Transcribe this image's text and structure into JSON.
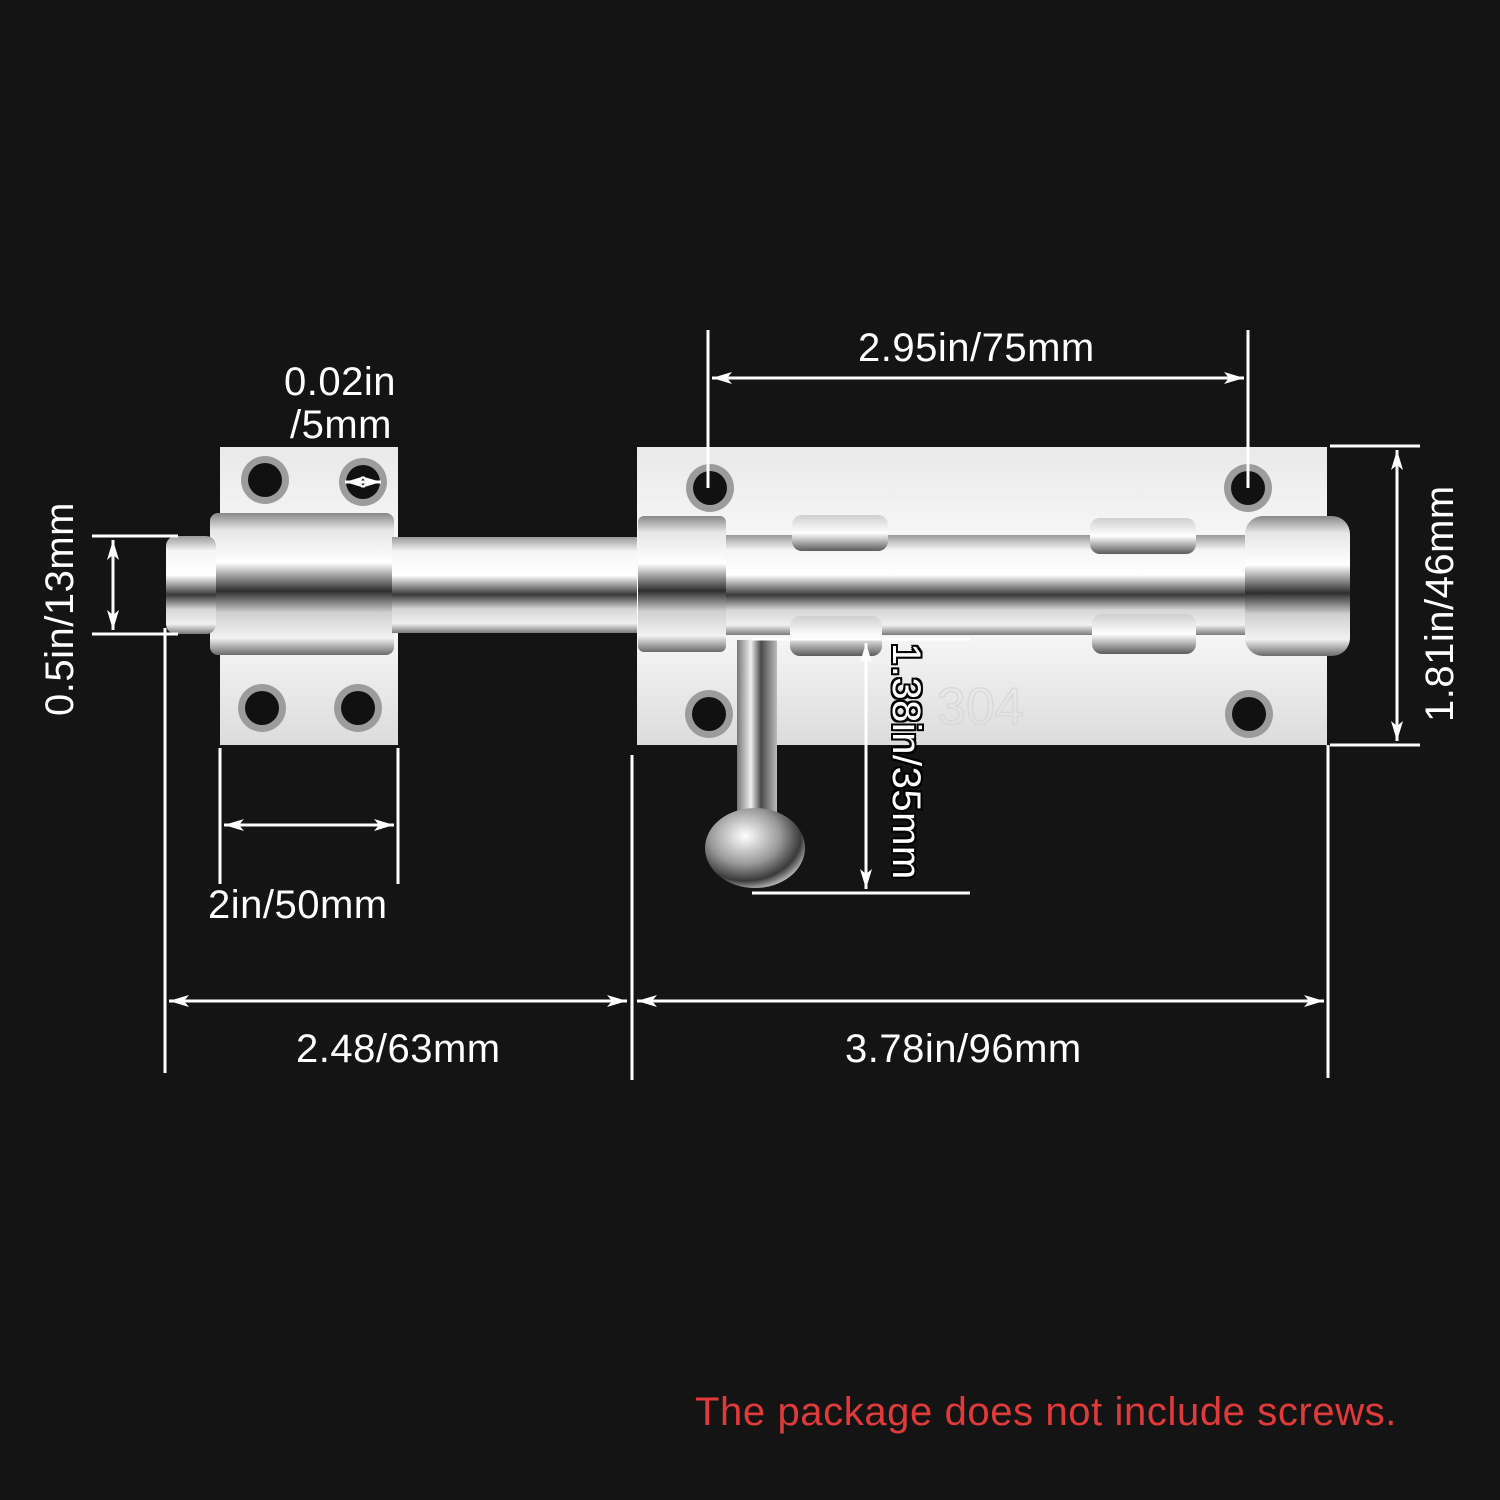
{
  "diagram": {
    "subject": "stainless steel barrel bolt latch",
    "material_stamp": "304",
    "dimensions": {
      "hole_diameter": "0.02in\n/5mm",
      "hole_diameter_line1": "0.02in",
      "hole_diameter_line2": "/5mm",
      "bolt_diameter": "0.5in/13mm",
      "plate_hole_spacing": "2.95in/75mm",
      "plate_height": "1.81in/46mm",
      "handle_length": "1.38in/35mm",
      "keeper_width": "2in/50mm",
      "bolt_extension": "2.48/63mm",
      "plate_length": "3.78in/96mm"
    },
    "notice": "The package does not include screws.",
    "colors": {
      "background": "#141414",
      "dimension_lines": "#ffffff",
      "notice_text": "#e03a3a",
      "metal_light": "#f2f2f2",
      "metal_dark": "#6e6e6e"
    }
  }
}
